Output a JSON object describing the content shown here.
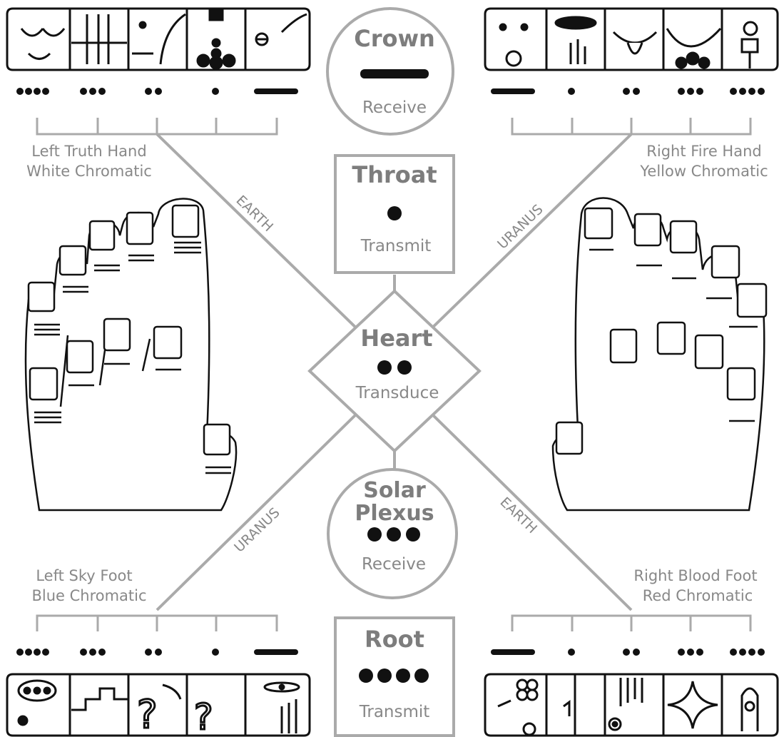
{
  "centers": {
    "crown": {
      "name": "Crown",
      "action": "Receive"
    },
    "throat": {
      "name": "Throat",
      "action": "Transmit"
    },
    "heart": {
      "name": "Heart",
      "action": "Transduce"
    },
    "solar": {
      "name_line1": "Solar",
      "name_line2": "Plexus",
      "action": "Receive"
    },
    "root": {
      "name": "Root",
      "action": "Transmit"
    }
  },
  "limbs": {
    "left_hand": {
      "line1": "Left Truth Hand",
      "line2": "White Chromatic"
    },
    "right_hand": {
      "line1": "Right Fire Hand",
      "line2": "Yellow Chromatic"
    },
    "left_foot": {
      "line1": "Left Sky Foot",
      "line2": "Blue Chromatic"
    },
    "right_foot": {
      "line1": "Right Blood Foot",
      "line2": "Red Chromatic"
    }
  },
  "axes": {
    "upper_left": "EARTH",
    "upper_right": "URANUS",
    "lower_left": "URANUS",
    "lower_right": "EARTH"
  },
  "colors": {
    "line": "#aaaaaa",
    "ink": "#111111",
    "text": "#888888"
  }
}
